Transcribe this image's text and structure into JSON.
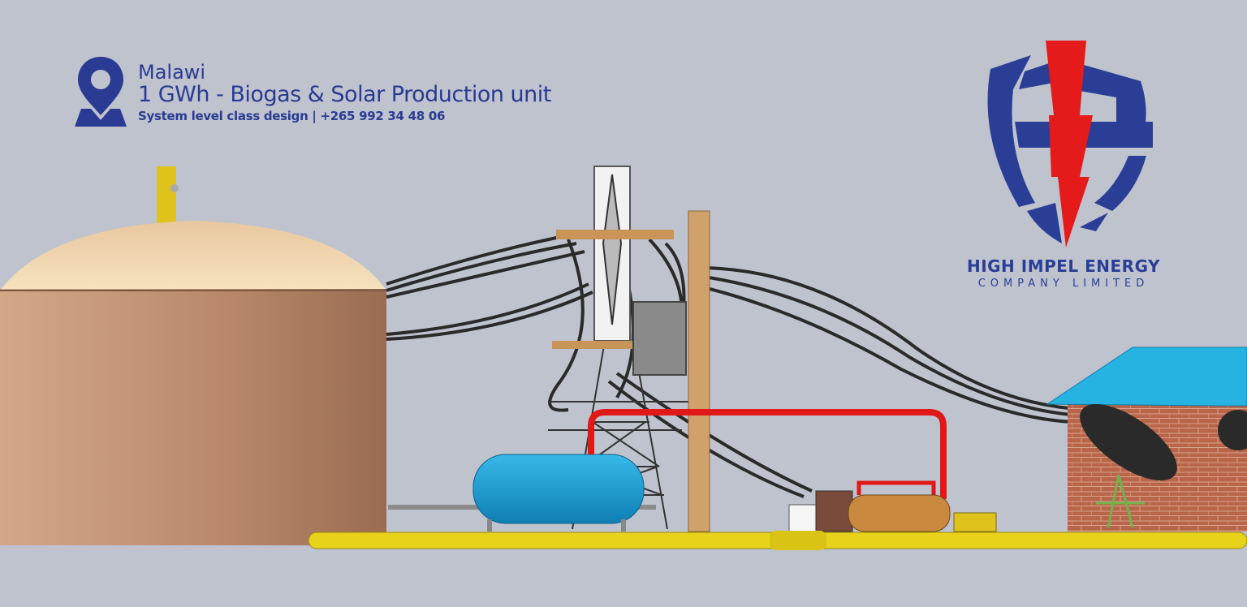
{
  "header": {
    "location": "Malawi",
    "title": "1 GWh - Biogas & Solar Production unit",
    "subtitle": "System level class design |  +265 992 34 48 06",
    "icon": "location-pin-icon"
  },
  "logo": {
    "name_line1": "HIGH IMPEL ENERGY",
    "name_line2": "COMPANY LIMITED",
    "colors": {
      "blue": "#2b3e95",
      "red": "#e51a1a"
    }
  },
  "colors": {
    "background": "#bec3ce",
    "text": "#2b3a92"
  }
}
